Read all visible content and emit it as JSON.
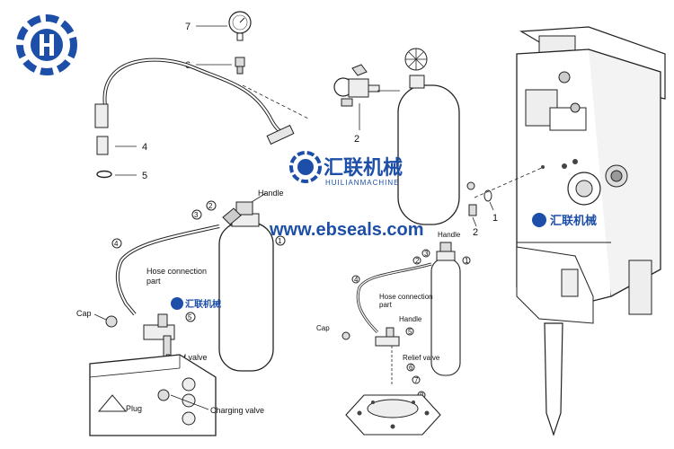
{
  "brand": {
    "name_cn": "汇联机械",
    "name_en": "HUILIANMACHINE",
    "website": "www.ebseals.com",
    "color": "#1d4fa8"
  },
  "diagram_top": {
    "n7": "7",
    "n6": "6",
    "n4": "4",
    "n5": "5",
    "n2": "2"
  },
  "diagram_left": {
    "handle": "Handle",
    "n2": "2",
    "n3": "3",
    "n1": "1",
    "n4": "4",
    "hose_line1": "Hose connection",
    "hose_line2": "part",
    "cap": "Cap",
    "n5": "5",
    "relief": "Relief valve",
    "plug": "Plug",
    "charging": "Charging valve"
  },
  "diagram_mid": {
    "handle_top": "Handle",
    "n3": "3",
    "n2": "2",
    "n1": "1",
    "n4": "4",
    "hose_line1": "Hose connection",
    "hose_line2": "part",
    "handle": "Handle",
    "cap": "Cap",
    "n5": "5",
    "relief": "Relief valve",
    "n6": "6",
    "n7": "7",
    "n8": "8"
  },
  "diagram_right": {
    "n2": "2",
    "n1": "1"
  }
}
